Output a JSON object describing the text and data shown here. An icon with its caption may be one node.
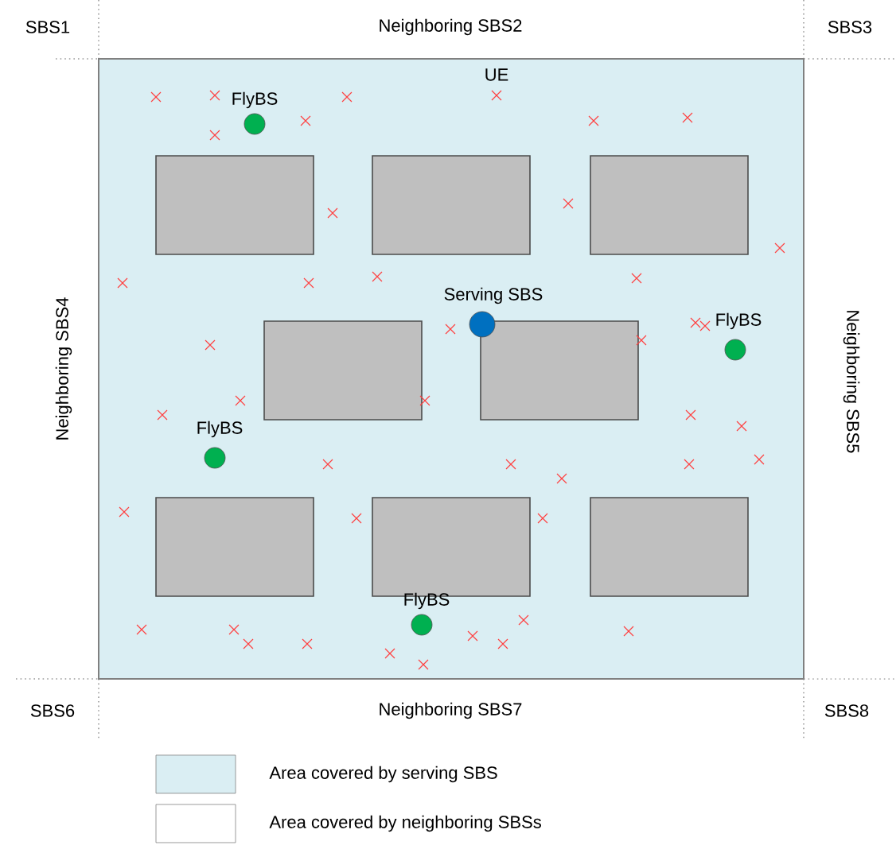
{
  "diagram": {
    "nodes": [
      {
        "text": [],
        "shape": "box"
      },
      {
        "text": [],
        "shape": "box",
        "in": 0
      },
      {
        "text": [],
        "shape": "box",
        "in": 0
      },
      {
        "text": [],
        "shape": "box",
        "in": 0
      },
      {
        "text": [],
        "shape": "box",
        "in": 0
      },
      {
        "text": [],
        "shape": "box",
        "in": 0
      },
      {
        "text": [],
        "shape": "box",
        "in": 0
      },
      {
        "text": [],
        "shape": "box",
        "in": 0
      },
      {
        "text": [],
        "shape": "box",
        "in": 0
      },
      {
        "text": [],
        "shape": "circle",
        "in": 0,
        "beside": [
          "FlyBS"
        ]
      },
      {
        "text": [],
        "shape": "circle",
        "in": 0,
        "beside": [
          "Serving SBS"
        ]
      },
      {
        "text": [],
        "shape": "circle",
        "in": 0,
        "beside": [
          "FlyBS"
        ]
      },
      {
        "text": [],
        "shape": "circle",
        "in": 0,
        "beside": [
          "FlyBS"
        ]
      },
      {
        "text": [],
        "shape": "circle",
        "in": 0,
        "beside": [
          "FlyBS"
        ]
      }
    ],
    "labels": [
      "SBS1",
      "Neighboring SBS2",
      "SBS3",
      "UE",
      "Neighboring SBS4",
      "Neighboring SBS5",
      "SBS6",
      "Neighboring SBS7",
      "SBS8"
    ],
    "legend": [
      {
        "text": "Area covered by serving SBS",
        "color": "#daeef3"
      },
      {
        "text": "Area covered by neighboring SBSs"
      }
    ]
  }
}
